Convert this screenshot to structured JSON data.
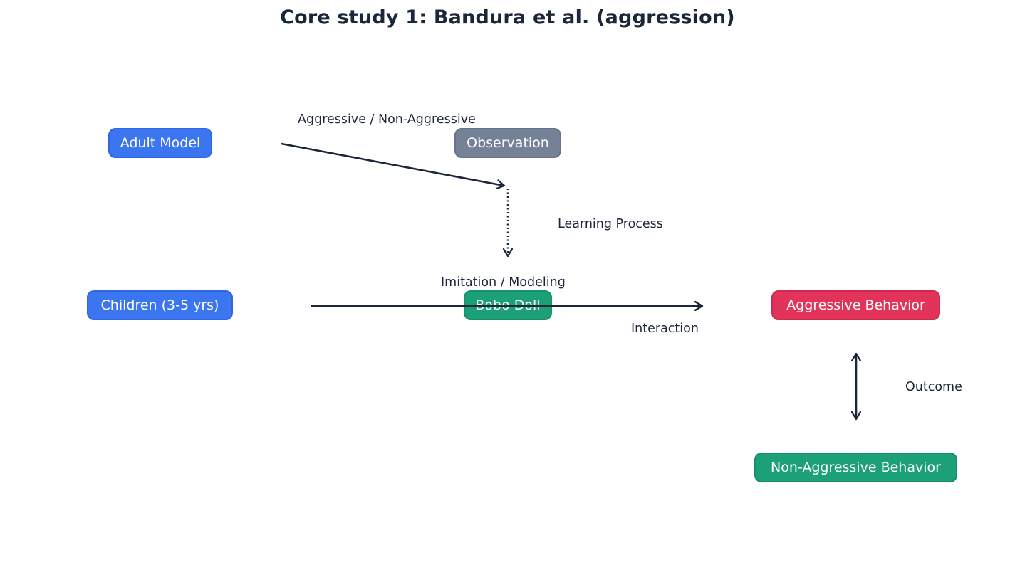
{
  "title": "Core study 1: Bandura et al. (aggression)",
  "colors": {
    "model_blue": "#3b76f0",
    "observation_gray": "#748196",
    "neutral_green": "#1ca077",
    "aggressive_red": "#e2345a",
    "edge": "#1c2639"
  },
  "nodes": {
    "adult_model": "Adult Model",
    "observation": "Observation",
    "children": "Children (3-5 yrs)",
    "bobo_doll": "Bobo Doll",
    "aggressive_behavior": "Aggressive Behavior",
    "non_aggressive_behavior": "Non-Aggressive Behavior"
  },
  "edges": {
    "model_to_observation": "Aggressive / Non-Aggressive",
    "observation_to_children": "Learning Process",
    "children_to_bobo": "Imitation / Modeling",
    "bobo_to_aggressive": "Interaction",
    "aggressive_to_non_aggressive": "Outcome"
  }
}
